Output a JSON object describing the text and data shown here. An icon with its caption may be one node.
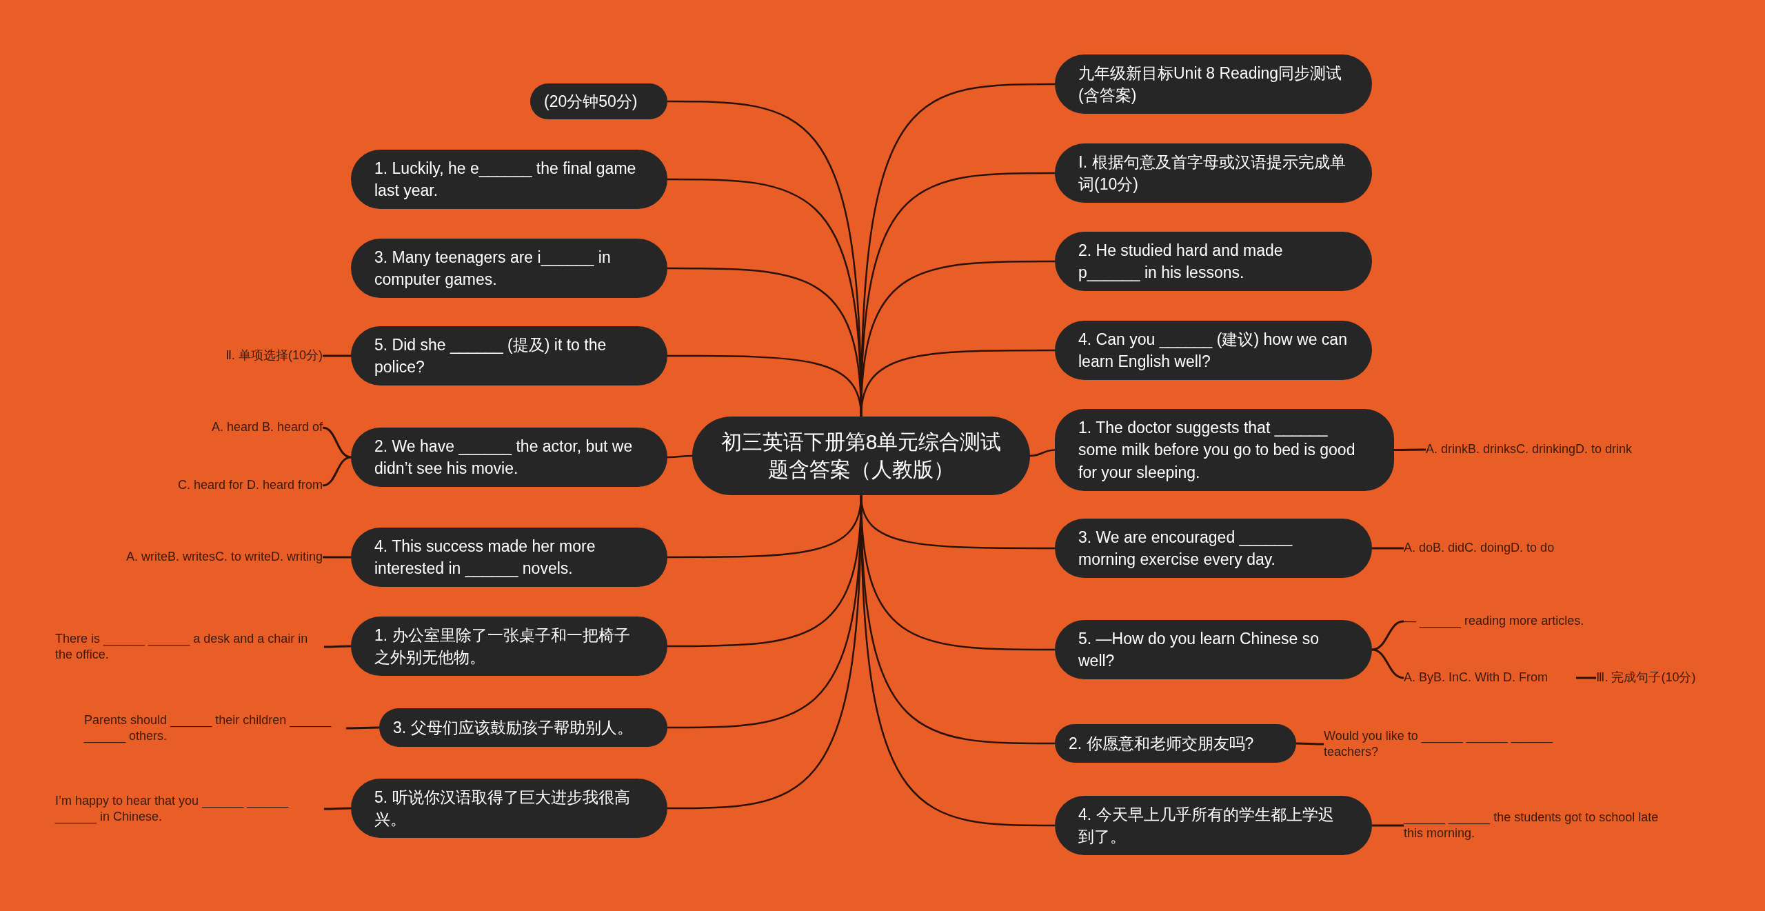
{
  "diagram": {
    "nodes": [
      {
        "text": [
          "初三英语下册第8单元综合测试题含答案（人教版）"
        ]
      },
      {
        "text": [
          "(20分钟50分)"
        ]
      },
      {
        "text": [
          "1. Luckily, he e______ the final game last year."
        ]
      },
      {
        "text": [
          "3. Many teenagers are i______ in computer games."
        ]
      },
      {
        "text": [
          "5. Did she ______ (提及) it to the police?"
        ]
      },
      {
        "text": [
          "2. We have ______ the actor, but we didn’t see his movie."
        ]
      },
      {
        "text": [
          "4. This success made her more interested in ______ novels."
        ]
      },
      {
        "text": [
          "1. 办公室里除了一张桌子和一把椅子之外别无他物。"
        ]
      },
      {
        "text": [
          "3. 父母们应该鼓励孩子帮助别人。"
        ]
      },
      {
        "text": [
          "5. 听说你汉语取得了巨大进步我很高兴。"
        ]
      },
      {
        "text": [
          "九年级新目标Unit 8 Reading同步测试(含答案)"
        ]
      },
      {
        "text": [
          "Ⅰ. 根据句意及首字母或汉语提示完成单词(10分)"
        ]
      },
      {
        "text": [
          "2. He studied hard and made p______ in his lessons."
        ]
      },
      {
        "text": [
          "4. Can you ______ (建议) how we can learn English well?"
        ]
      },
      {
        "text": [
          "1. The doctor suggests that ______ some milk before you go to bed is good for your sleeping."
        ]
      },
      {
        "text": [
          "3. We are encouraged ______ morning exercise every day."
        ]
      },
      {
        "text": [
          "5. —How do you learn Chinese so well?"
        ]
      },
      {
        "text": [
          "2. 你愿意和老师交朋友吗?"
        ]
      },
      {
        "text": [
          "4. 今天早上几乎所有的学生都上学迟到了。"
        ]
      },
      {
        "text": [
          "Ⅱ. 单项选择(10分)"
        ]
      },
      {
        "text": [
          "A. heard B. heard of"
        ]
      },
      {
        "text": [
          "C. heard for D. heard from"
        ]
      },
      {
        "text": [
          "A. writeB. writesC. to writeD. writing"
        ]
      },
      {
        "text": [
          "There is ______ ______ a desk and a chair in the office."
        ]
      },
      {
        "text": [
          "Parents should ______ their children ______ ______ others."
        ]
      },
      {
        "text": [
          "I’m happy to hear that you ______ ______ ______ in Chinese."
        ]
      },
      {
        "text": [
          "A. drinkB. drinksC. drinkingD. to drink"
        ]
      },
      {
        "text": [
          "A. doB. didC. doingD. to do"
        ]
      },
      {
        "text": [
          "— ______ reading more articles."
        ]
      },
      {
        "text": [
          "A. ByB. InC. With D. From"
        ]
      },
      {
        "text": [
          "Ⅲ. 完成句子(10分)"
        ]
      },
      {
        "text": [
          "Would you like to ______ ______ ______ teachers?"
        ]
      },
      {
        "text": [
          "______ ______ the students got to school late this morning."
        ]
      }
    ],
    "edges": [
      {
        "from": 0,
        "to": 1,
        "arrow": "none"
      },
      {
        "from": 0,
        "to": 2,
        "arrow": "none"
      },
      {
        "from": 0,
        "to": 3,
        "arrow": "none"
      },
      {
        "from": 0,
        "to": 4,
        "arrow": "none"
      },
      {
        "from": 0,
        "to": 5,
        "arrow": "none"
      },
      {
        "from": 0,
        "to": 6,
        "arrow": "none"
      },
      {
        "from": 0,
        "to": 7,
        "arrow": "none"
      },
      {
        "from": 0,
        "to": 8,
        "arrow": "none"
      },
      {
        "from": 0,
        "to": 9,
        "arrow": "none"
      },
      {
        "from": 0,
        "to": 10,
        "arrow": "none"
      },
      {
        "from": 0,
        "to": 11,
        "arrow": "none"
      },
      {
        "from": 0,
        "to": 12,
        "arrow": "none"
      },
      {
        "from": 0,
        "to": 13,
        "arrow": "none"
      },
      {
        "from": 0,
        "to": 14,
        "arrow": "none"
      },
      {
        "from": 0,
        "to": 15,
        "arrow": "none"
      },
      {
        "from": 0,
        "to": 16,
        "arrow": "none"
      },
      {
        "from": 0,
        "to": 17,
        "arrow": "none"
      },
      {
        "from": 0,
        "to": 18,
        "arrow": "none"
      },
      {
        "from": 4,
        "to": 19,
        "arrow": "none"
      },
      {
        "from": 5,
        "to": 20,
        "arrow": "none"
      },
      {
        "from": 5,
        "to": 21,
        "arrow": "none"
      },
      {
        "from": 6,
        "to": 22,
        "arrow": "none"
      },
      {
        "from": 7,
        "to": 23,
        "arrow": "none"
      },
      {
        "from": 8,
        "to": 24,
        "arrow": "none"
      },
      {
        "from": 9,
        "to": 25,
        "arrow": "none"
      },
      {
        "from": 14,
        "to": 26,
        "arrow": "none"
      },
      {
        "from": 15,
        "to": 27,
        "arrow": "none"
      },
      {
        "from": 16,
        "to": 28,
        "arrow": "none"
      },
      {
        "from": 16,
        "to": 29,
        "arrow": "none"
      },
      {
        "from": 29,
        "to": 30,
        "arrow": "none"
      },
      {
        "from": 17,
        "to": 31,
        "arrow": "none"
      },
      {
        "from": 18,
        "to": 32,
        "arrow": "none"
      }
    ]
  }
}
